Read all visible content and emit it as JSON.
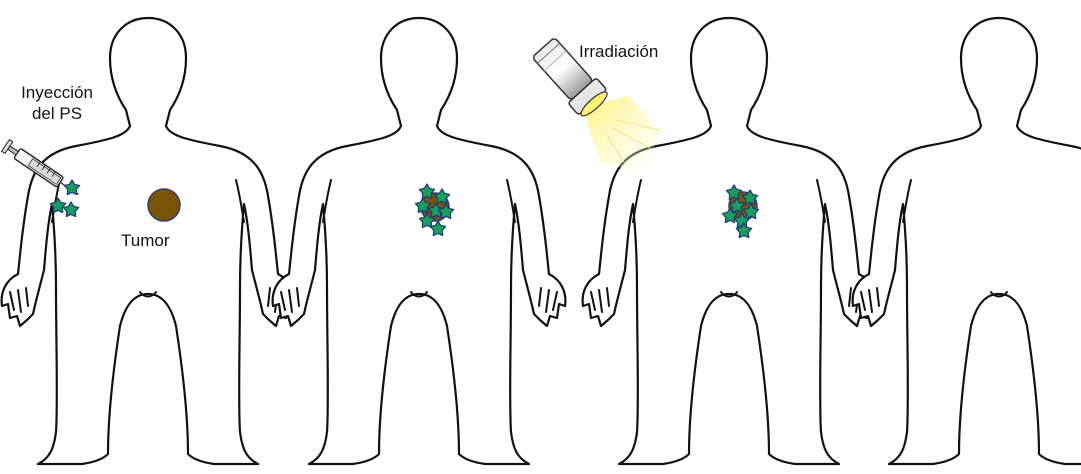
{
  "labels": {
    "injection_line1": "Inyección",
    "injection_line2": "del PS",
    "tumor": "Tumor",
    "irradiation": "Irradiación"
  },
  "stages": [
    {
      "stage": 1,
      "tumor_present": true,
      "photosensitizer": "injected_in_arm",
      "light": false
    },
    {
      "stage": 2,
      "tumor_present": true,
      "photosensitizer": "accumulated_in_tumor",
      "light": false
    },
    {
      "stage": 3,
      "tumor_present": true,
      "photosensitizer": "accumulated_in_tumor",
      "light": true
    },
    {
      "stage": 4,
      "tumor_present": false,
      "photosensitizer": "none",
      "light": false
    }
  ],
  "colors": {
    "outline": "#111111",
    "tumor": "#7a5508",
    "tumor_border": "#3d3c6e",
    "photosensitizer": "#1a9e5a",
    "photosensitizer_border": "#1f3f7a",
    "light_beam": "#fff4a0"
  },
  "icons": [
    "syringe-icon",
    "flashlight-icon",
    "star-icon"
  ]
}
